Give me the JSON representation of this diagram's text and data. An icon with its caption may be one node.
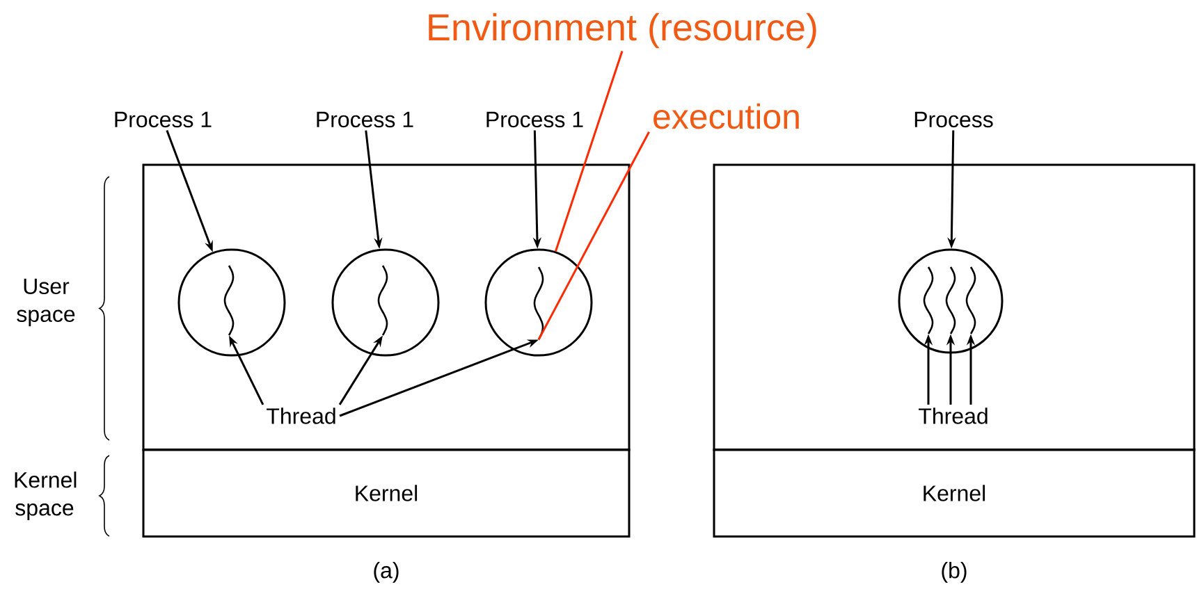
{
  "diagram": {
    "nodes": [
      {
        "text": [
          "Environment (resource)"
        ]
      },
      {
        "text": [
          "Process 1"
        ]
      },
      {
        "text": [
          "Process 1"
        ]
      },
      {
        "text": [
          "Process 1"
        ]
      },
      {
        "text": [
          "execution"
        ]
      },
      {
        "text": [
          "Process"
        ]
      },
      {
        "text": [],
        "shape": "box"
      },
      {
        "text": [],
        "shape": "circle",
        "in": 6
      },
      {
        "text": [],
        "shape": "squiggle",
        "in": 7
      },
      {
        "text": [],
        "shape": "circle",
        "in": 6
      },
      {
        "text": [],
        "shape": "squiggle",
        "in": 9
      },
      {
        "text": [],
        "shape": "circle",
        "in": 6
      },
      {
        "text": [],
        "shape": "squiggle",
        "in": 11
      },
      {
        "text": [
          "Thread"
        ],
        "in": 6
      },
      {
        "text": [
          "Kernel"
        ]
      },
      {
        "text": [],
        "shape": "box"
      },
      {
        "text": [],
        "shape": "circle",
        "in": 15
      },
      {
        "text": [],
        "shape": "squiggle",
        "in": 16
      },
      {
        "text": [],
        "shape": "squiggle",
        "in": 16
      },
      {
        "text": [],
        "shape": "squiggle",
        "in": 16
      },
      {
        "text": [
          "Thread"
        ],
        "in": 15
      },
      {
        "text": [
          "Kernel"
        ]
      }
    ],
    "edges": [
      {
        "from": 1,
        "to": 7,
        "arrow": "to"
      },
      {
        "from": 2,
        "to": 9,
        "arrow": "to"
      },
      {
        "from": 3,
        "to": 11,
        "arrow": "to"
      },
      {
        "from": 0,
        "to": 11,
        "arrow": "none",
        "color": "#ff2a00"
      },
      {
        "from": 4,
        "to": 12,
        "arrow": "none",
        "color": "#ff2a00"
      },
      {
        "from": 5,
        "to": 16,
        "arrow": "to"
      },
      {
        "from": 13,
        "to": 8,
        "arrow": "to"
      },
      {
        "from": 13,
        "to": 10,
        "arrow": "to"
      },
      {
        "from": 13,
        "to": 12,
        "arrow": "to"
      },
      {
        "from": 20,
        "to": 17,
        "arrow": "to"
      },
      {
        "from": 20,
        "to": 18,
        "arrow": "to"
      },
      {
        "from": 20,
        "to": 19,
        "arrow": "to"
      }
    ],
    "labels": [
      "User space",
      "Kernel space",
      "(a)",
      "(b)"
    ]
  }
}
